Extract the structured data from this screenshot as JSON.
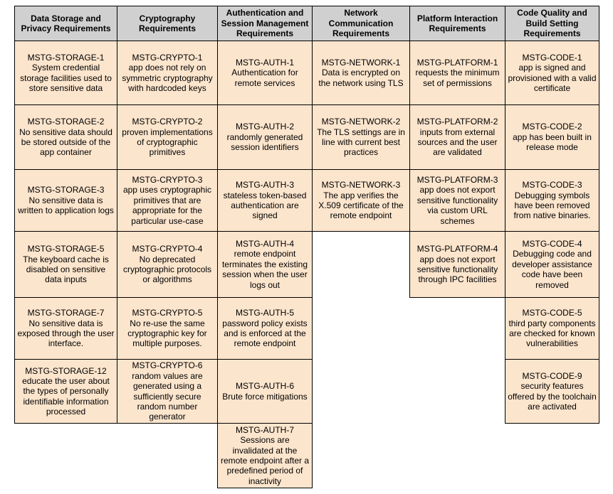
{
  "title": "MSTG requirements overview table",
  "colors": {
    "header_bg": "#d0d0d0",
    "cell_bg": "#fce5cd",
    "border": "#000000",
    "text": "#000000",
    "page_bg": "#ffffff"
  },
  "columns": [
    {
      "key": "storage",
      "header": "Data Storage and Privacy Requirements",
      "cells": [
        {
          "id": "MSTG-STORAGE-1",
          "desc": "System credential storage facilities used to store sensitive data"
        },
        {
          "id": "MSTG-STORAGE-2",
          "desc": "No sensitive data should be stored outside of the app container"
        },
        {
          "id": "MSTG-STORAGE-3",
          "desc": "No sensitive data is written to application logs"
        },
        {
          "id": "MSTG-STORAGE-5",
          "desc": "The keyboard cache is disabled on sensitive data inputs"
        },
        {
          "id": "MSTG-STORAGE-7",
          "desc": "No sensitive data is exposed through the user interface."
        },
        {
          "id": "MSTG-STORAGE-12",
          "desc": "educate the user about the types of personally identifiable information processed"
        }
      ]
    },
    {
      "key": "crypto",
      "header": "Cryptography Requirements",
      "cells": [
        {
          "id": "MSTG-CRYPTO-1",
          "desc": "app does not rely on symmetric cryptography with hardcoded keys"
        },
        {
          "id": "MSTG-CRYPTO-2",
          "desc": "proven implementations of cryptographic primitives"
        },
        {
          "id": "MSTG-CRYPTO-3",
          "desc": "app uses cryptographic primitives that are appropriate for the particular use-case"
        },
        {
          "id": "MSTG-CRYPTO-4",
          "desc": "No deprecated cryptographic protocols or algorithms"
        },
        {
          "id": "MSTG-CRYPTO-5",
          "desc": "No re-use the same cryptographic key for multiple purposes."
        },
        {
          "id": "MSTG-CRYPTO-6",
          "desc": "random values are generated using a sufficiently secure random number generator"
        }
      ]
    },
    {
      "key": "auth",
      "header": "Authentication and Session Management Requirements",
      "cells": [
        {
          "id": "MSTG-AUTH-1",
          "desc": "Authentication for remote services"
        },
        {
          "id": "MSTG-AUTH-2",
          "desc": "randomly generated session identifiers"
        },
        {
          "id": "MSTG-AUTH-3",
          "desc": "stateless token-based authentication are signed"
        },
        {
          "id": "MSTG-AUTH-4",
          "desc": "remote endpoint terminates the existing session when the user logs out"
        },
        {
          "id": "MSTG-AUTH-5",
          "desc": "password policy exists and is enforced at the remote endpoint"
        },
        {
          "id": "MSTG-AUTH-6",
          "desc": "Brute force mitigations"
        },
        {
          "id": "MSTG-AUTH-7",
          "desc": "Sessions are invalidated at the remote endpoint after a predefined period of inactivity"
        }
      ]
    },
    {
      "key": "network",
      "header": "Network Communication Requirements",
      "cells": [
        {
          "id": "MSTG-NETWORK-1",
          "desc": "Data is encrypted on the network using TLS"
        },
        {
          "id": "MSTG-NETWORK-2",
          "desc": "The TLS settings are in line with current best practices"
        },
        {
          "id": "MSTG-NETWORK-3",
          "desc": "The app verifies the X.509 certificate of the remote endpoint"
        }
      ]
    },
    {
      "key": "platform",
      "header": "Platform Interaction Requirements",
      "cells": [
        {
          "id": "MSTG-PLATFORM-1",
          "desc": "requests the minimum set of permissions"
        },
        {
          "id": "MSTG-PLATFORM-2",
          "desc": "inputs from external sources and the user are validated"
        },
        {
          "id": "MSTG-PLATFORM-3",
          "desc": "app does not export sensitive functionality via custom URL schemes"
        },
        {
          "id": "MSTG-PLATFORM-4",
          "desc": "app does not export sensitive functionality through IPC facilities"
        }
      ]
    },
    {
      "key": "code",
      "header": "Code Quality and Build Setting Requirements",
      "cells": [
        {
          "id": "MSTG-CODE-1",
          "desc": "app is signed and provisioned with a valid certificate"
        },
        {
          "id": "MSTG-CODE-2",
          "desc": "app has been built in release mode"
        },
        {
          "id": "MSTG-CODE-3",
          "desc": "Debugging symbols have been removed from native binaries."
        },
        {
          "id": "MSTG-CODE-4",
          "desc": "Debugging code and developer assistance code have been removed"
        },
        {
          "id": "MSTG-CODE-5",
          "desc": "third party components are checked for known vulnerabilities"
        },
        {
          "id": "MSTG-CODE-9",
          "desc": "security features offered by the toolchain are activated"
        }
      ]
    }
  ]
}
